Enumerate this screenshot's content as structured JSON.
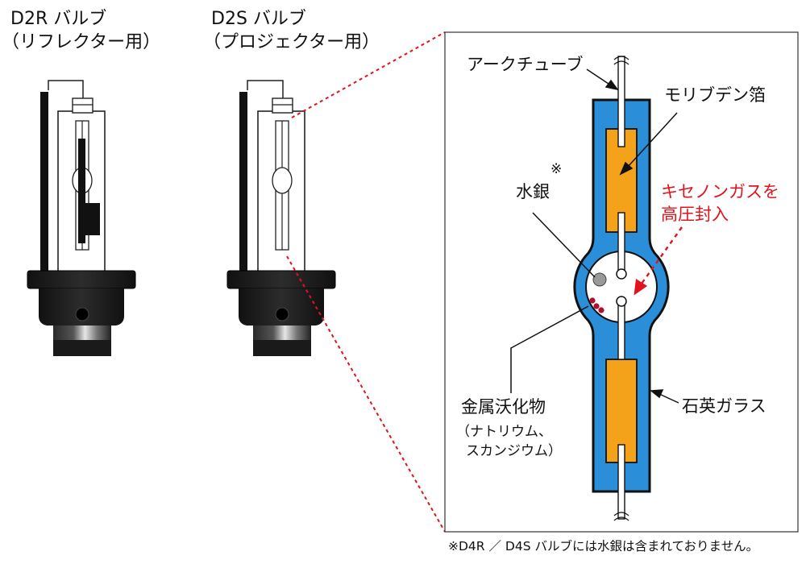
{
  "bulbs": {
    "d2r": {
      "name": "D2R バルブ",
      "use": "（リフレクター用）"
    },
    "d2s": {
      "name": "D2S バルブ",
      "use": "（プロジェクター用）"
    }
  },
  "detail": {
    "arc_tube": "アークチューブ",
    "molybdenum_foil": "モリブデン箔",
    "mercury_mark": "※",
    "mercury": "水銀",
    "xenon_line1": "キセノンガスを",
    "xenon_line2": "高圧封入",
    "metal_halide": "金属沃化物",
    "metal_halide_sub1": "（ナトリウム、",
    "metal_halide_sub2": "スカンジウム）",
    "quartz_glass": "石英ガラス"
  },
  "footnote": "※D4R ／ D4S バルブには水銀は含まれておりません。",
  "colors": {
    "quartz_blue": "#2a8fd8",
    "foil_orange": "#f5a21b",
    "xenon_red": "#e0141e",
    "base_black": "#1b1b1b"
  }
}
